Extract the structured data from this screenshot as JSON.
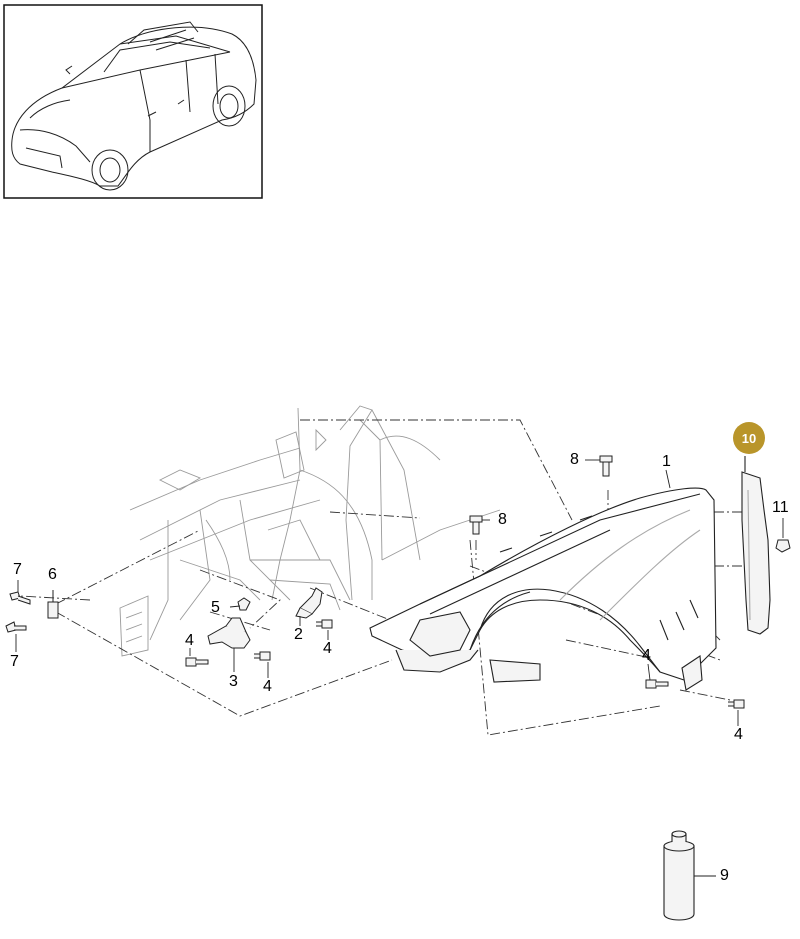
{
  "callouts": {
    "c1": "1",
    "c2": "2",
    "c3": "3",
    "c4a": "4",
    "c4b": "4",
    "c4c": "4",
    "c4d": "4",
    "c4e": "4",
    "c5": "5",
    "c6": "6",
    "c7a": "7",
    "c7b": "7",
    "c8a": "8",
    "c8b": "8",
    "c9": "9",
    "c10": "10",
    "c11": "11"
  },
  "colors": {
    "highlight": "#b9952a",
    "line": "#222222",
    "faint": "#9a9a9a",
    "panel": "#f4f4f4"
  },
  "icons": {
    "vehicle_thumbnail": "car-outline-icon",
    "fastener": "screw-icon",
    "sealant": "cartridge-icon"
  }
}
